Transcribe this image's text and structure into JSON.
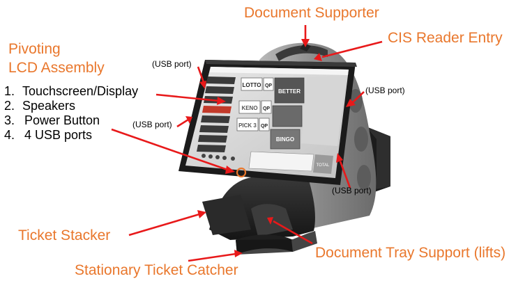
{
  "labels": {
    "document_supporter": "Document Supporter",
    "cis_reader_entry": "CIS Reader Entry",
    "pivoting_line1": "Pivoting",
    "pivoting_line2": "LCD Assembly",
    "ticket_stacker": "Ticket Stacker",
    "stationary_ticket_catcher": "Stationary Ticket Catcher",
    "document_tray_support": "Document Tray Support (lifts)",
    "usb_port": "(USB port)"
  },
  "components": [
    {
      "num": "1.",
      "text": "Touchscreen/Display"
    },
    {
      "num": "2.",
      "text": "Speakers"
    },
    {
      "num": "3.",
      "text": "Power Button"
    },
    {
      "num": "4.",
      "text": "4 USB ports"
    }
  ],
  "screen": {
    "games": [
      "LOTTO",
      "QP",
      "BETTER",
      "KENO",
      "QP",
      "PICK 3",
      "QP",
      "BINGO"
    ],
    "total_label": "TOTAL"
  },
  "colors": {
    "label_orange": "#e9772c",
    "arrow_red": "#e8191a",
    "device_dark": "#2c2c2c",
    "device_gray": "#8e8e8e"
  }
}
